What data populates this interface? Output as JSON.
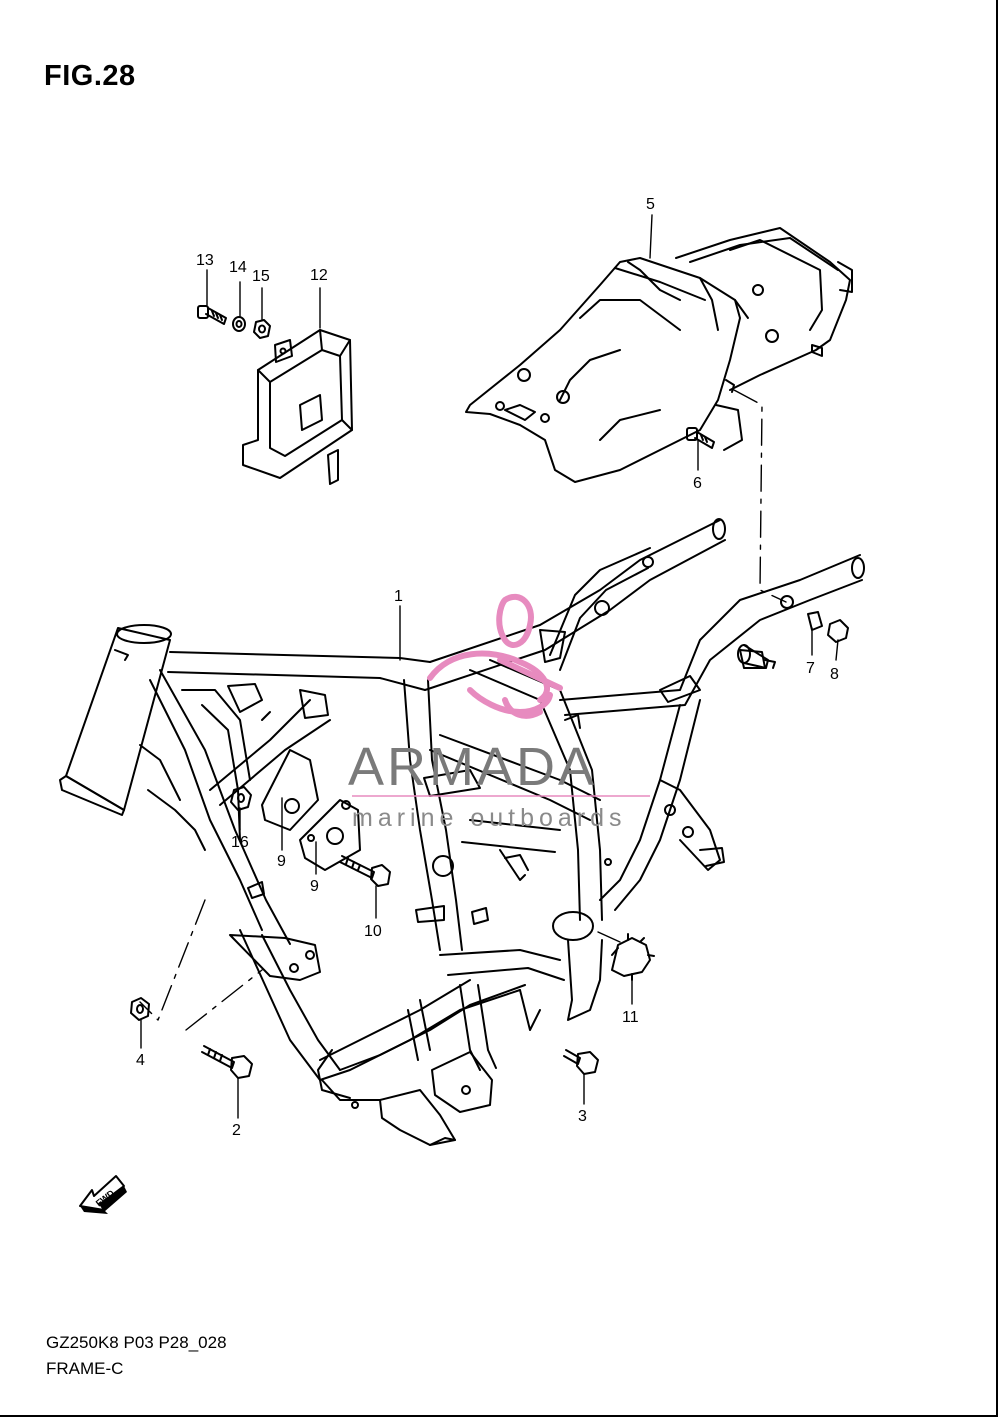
{
  "figure": {
    "title": "FIG.28",
    "model_code": "GZ250K8 P03 P28_028",
    "section_name": "FRAME-C"
  },
  "callouts": [
    {
      "id": "c1",
      "label": "1"
    },
    {
      "id": "c2",
      "label": "2"
    },
    {
      "id": "c3",
      "label": "3"
    },
    {
      "id": "c4",
      "label": "4"
    },
    {
      "id": "c5",
      "label": "5"
    },
    {
      "id": "c6",
      "label": "6"
    },
    {
      "id": "c7",
      "label": "7"
    },
    {
      "id": "c8",
      "label": "8"
    },
    {
      "id": "c9a",
      "label": "9"
    },
    {
      "id": "c9b",
      "label": "9"
    },
    {
      "id": "c10",
      "label": "10"
    },
    {
      "id": "c11",
      "label": "11"
    },
    {
      "id": "c12",
      "label": "12"
    },
    {
      "id": "c13",
      "label": "13"
    },
    {
      "id": "c14",
      "label": "14"
    },
    {
      "id": "c15",
      "label": "15"
    },
    {
      "id": "c16",
      "label": "16"
    }
  ],
  "watermark": {
    "brand": "ARMADA",
    "tagline": "marine outboards",
    "color": "#7a7a7a",
    "logo_color": "#e78bbf"
  },
  "direction_marker": {
    "label": "FWD",
    "icon": "fwd-arrow-icon"
  }
}
